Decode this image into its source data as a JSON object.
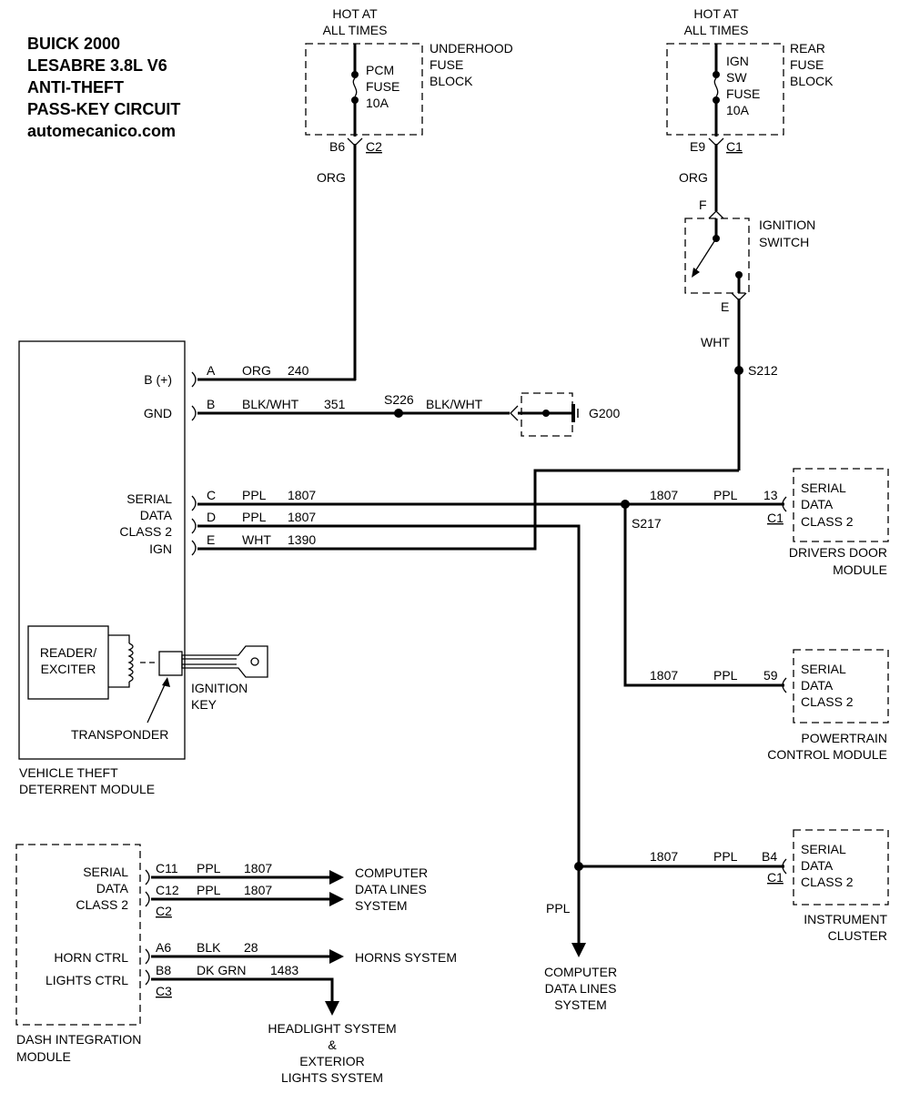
{
  "title": {
    "line1": "BUICK 2000",
    "line2": "LESABRE 3.8L V6",
    "line3": "ANTI-THEFT",
    "line4": "PASS-KEY CIRCUIT",
    "site": "automecanico.com"
  },
  "underhood_fuse": {
    "hot_line1": "HOT AT",
    "hot_line2": "ALL TIMES",
    "fuse_line1": "PCM",
    "fuse_line2": "FUSE",
    "fuse_line3": "10A",
    "block_line1": "UNDERHOOD",
    "block_line2": "FUSE",
    "block_line3": "BLOCK",
    "pin": "B6",
    "connector": "C2",
    "wire_color": "ORG"
  },
  "rear_fuse": {
    "hot_line1": "HOT AT",
    "hot_line2": "ALL TIMES",
    "fuse_line1": "IGN",
    "fuse_line2": "SW",
    "fuse_line3": "FUSE",
    "fuse_line4": "10A",
    "block_line1": "REAR",
    "block_line2": "FUSE",
    "block_line3": "BLOCK",
    "pin": "E9",
    "connector": "C1",
    "wire_color": "ORG"
  },
  "ignition_switch": {
    "label_line1": "IGNITION",
    "label_line2": "SWITCH",
    "pin_in": "F",
    "pin_out": "E",
    "out_wire_color": "WHT",
    "splice": "S212"
  },
  "vtd_module": {
    "name_line1": "VEHICLE THEFT",
    "name_line2": "DETERRENT MODULE",
    "b_plus_label": "B (+)",
    "gnd_label": "GND",
    "serial_line1": "SERIAL",
    "serial_line2": "DATA",
    "serial_line3": "CLASS 2",
    "ign_label": "IGN",
    "reader_line1": "READER/",
    "reader_line2": "EXCITER",
    "transponder": "TRANSPONDER",
    "key_line1": "IGNITION",
    "key_line2": "KEY"
  },
  "vtd_pins": [
    {
      "pin": "A",
      "color": "ORG",
      "circuit": "240"
    },
    {
      "pin": "B",
      "color": "BLK/WHT",
      "circuit": "351"
    },
    {
      "pin": "C",
      "color": "PPL",
      "circuit": "1807"
    },
    {
      "pin": "D",
      "color": "PPL",
      "circuit": "1807"
    },
    {
      "pin": "E",
      "color": "WHT",
      "circuit": "1390"
    }
  ],
  "ground": {
    "splice": "S226",
    "wire_color": "BLK/WHT",
    "ground_id": "G200"
  },
  "splice_s217": "S217",
  "drivers_door": {
    "circuit": "1807",
    "color": "PPL",
    "pin": "13",
    "connector": "C1",
    "box_line1": "SERIAL",
    "box_line2": "DATA",
    "box_line3": "CLASS 2",
    "name_line1": "DRIVERS DOOR",
    "name_line2": "MODULE"
  },
  "pcm": {
    "circuit": "1807",
    "color": "PPL",
    "pin": "59",
    "box_line1": "SERIAL",
    "box_line2": "DATA",
    "box_line3": "CLASS 2",
    "name_line1": "POWERTRAIN",
    "name_line2": "CONTROL MODULE"
  },
  "instrument_cluster": {
    "circuit": "1807",
    "color": "PPL",
    "pin": "B4",
    "connector": "C1",
    "box_line1": "SERIAL",
    "box_line2": "DATA",
    "box_line3": "CLASS 2",
    "name_line1": "INSTRUMENT",
    "name_line2": "CLUSTER"
  },
  "computer_data_center": {
    "wire_color": "PPL",
    "line1": "COMPUTER",
    "line2": "DATA LINES",
    "line3": "SYSTEM"
  },
  "dim": {
    "name_line1": "DASH INTEGRATION",
    "name_line2": "MODULE",
    "serial_line1": "SERIAL",
    "serial_line2": "DATA",
    "serial_line3": "CLASS 2",
    "horn_label": "HORN CTRL",
    "lights_label": "LIGHTS CTRL",
    "conn_c2": "C2",
    "conn_c3": "C3",
    "pins": [
      {
        "pin": "C11",
        "color": "PPL",
        "circuit": "1807"
      },
      {
        "pin": "C12",
        "color": "PPL",
        "circuit": "1807"
      },
      {
        "pin": "A6",
        "color": "BLK",
        "circuit": "28"
      },
      {
        "pin": "B8",
        "color": "DK GRN",
        "circuit": "1483"
      }
    ],
    "cdl_line1": "COMPUTER",
    "cdl_line2": "DATA LINES",
    "cdl_line3": "SYSTEM",
    "horns": "HORNS SYSTEM",
    "head_line1": "HEADLIGHT SYSTEM",
    "head_line2": "&",
    "head_line3": "EXTERIOR",
    "head_line4": "LIGHTS SYSTEM"
  }
}
